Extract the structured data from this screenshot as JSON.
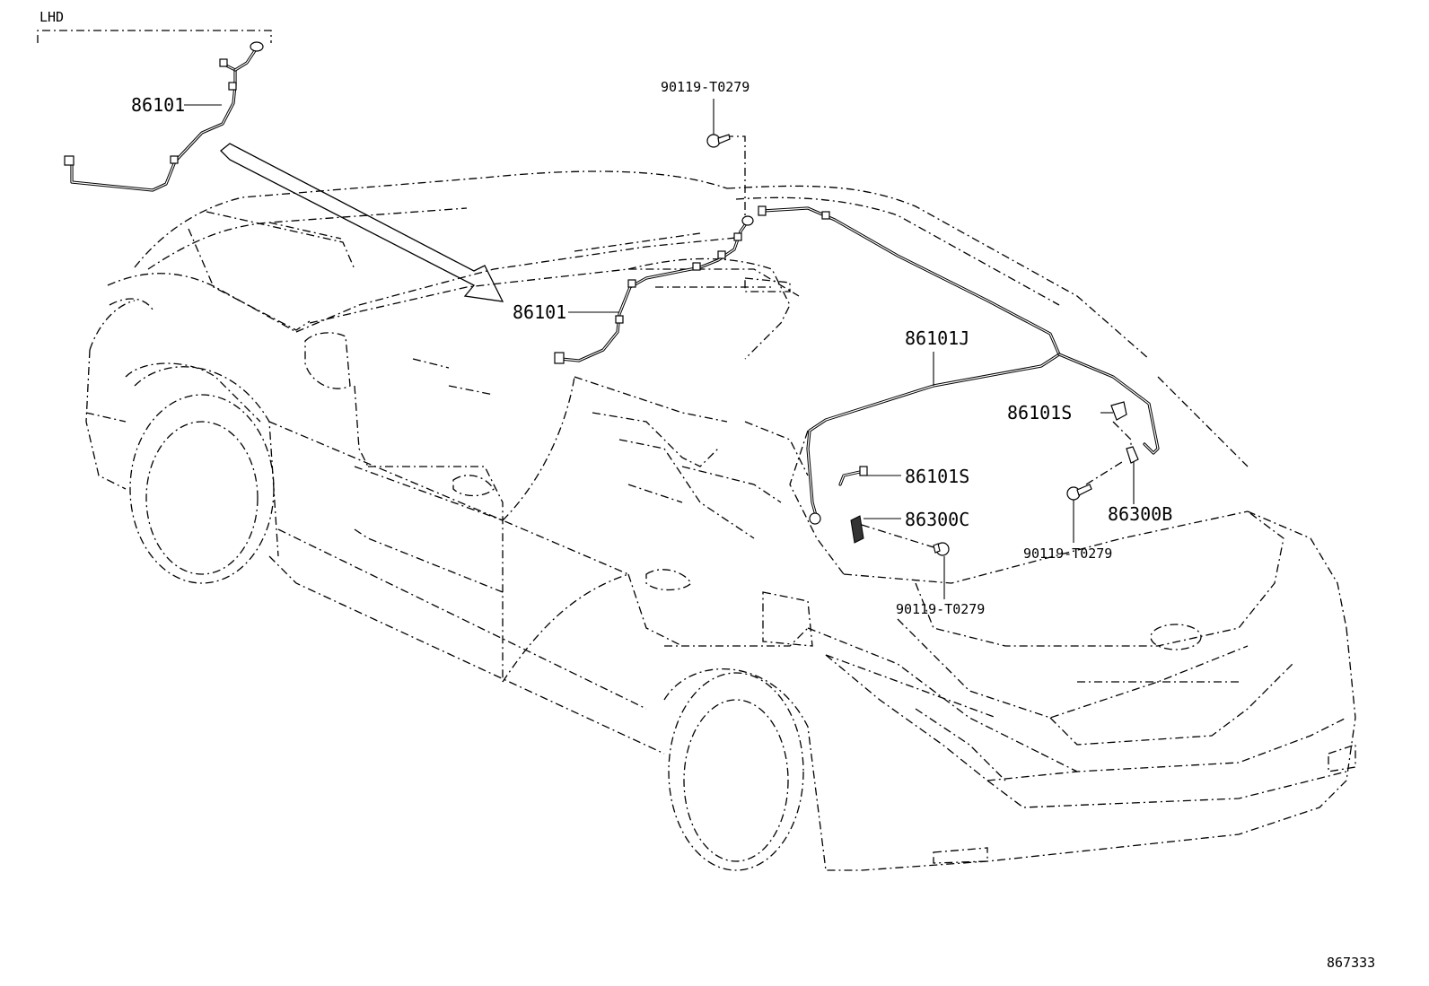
{
  "variant_label": "LHD",
  "diagram_number": "867333",
  "callouts": [
    {
      "id": "c1",
      "text": "86101"
    },
    {
      "id": "c2",
      "text": "90119-T0279"
    },
    {
      "id": "c3",
      "text": "86101"
    },
    {
      "id": "c4",
      "text": "86101J"
    },
    {
      "id": "c5",
      "text": "86101S"
    },
    {
      "id": "c6",
      "text": "86101S"
    },
    {
      "id": "c7",
      "text": "86300C"
    },
    {
      "id": "c8",
      "text": "86300B"
    },
    {
      "id": "c9",
      "text": "90119-T0279"
    },
    {
      "id": "c10",
      "text": "90119-T0279"
    }
  ]
}
